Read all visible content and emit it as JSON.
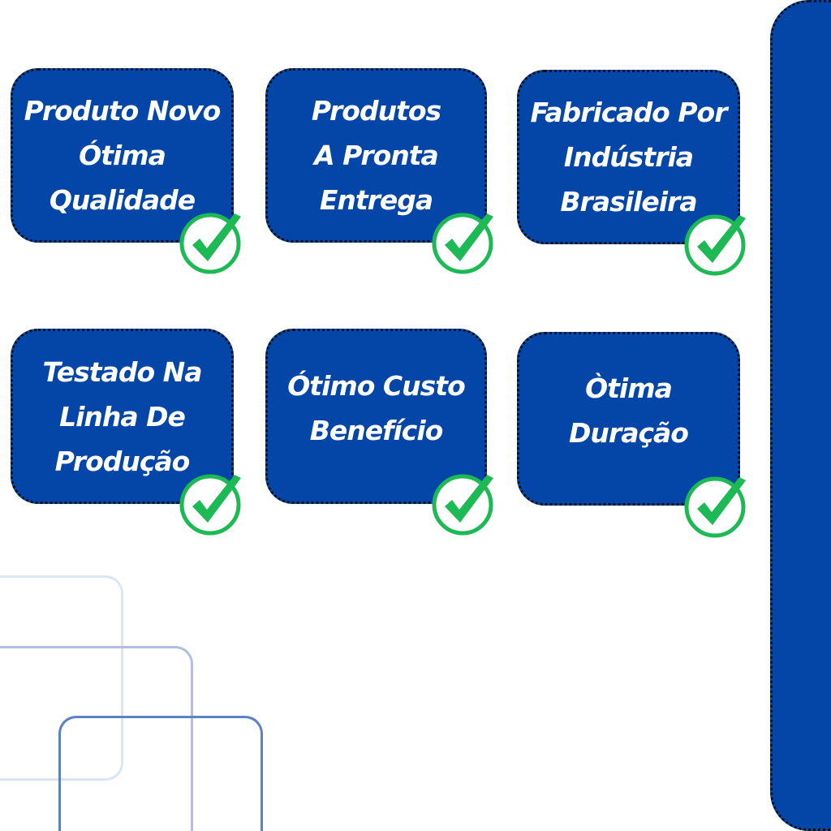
{
  "cards": [
    {
      "lines": [
        "Produto Novo",
        "Ótima",
        "Qualidade"
      ]
    },
    {
      "lines": [
        "Produtos",
        "A Pronta",
        "Entrega"
      ]
    },
    {
      "lines": [
        "Fabricado Por",
        "Indústria",
        "Brasileira"
      ]
    },
    {
      "lines": [
        "Testado Na",
        "Linha De",
        "Produção"
      ]
    },
    {
      "lines": [
        "Ótimo Custo",
        "Benefício"
      ]
    },
    {
      "lines": [
        "Òtima",
        "Duração"
      ]
    }
  ],
  "colors": {
    "card": "#0346a8",
    "check": "#1db954",
    "accent_light": "#dbe3f2",
    "accent_mid": "#a9bde0",
    "accent_dark": "#5b82c4"
  }
}
